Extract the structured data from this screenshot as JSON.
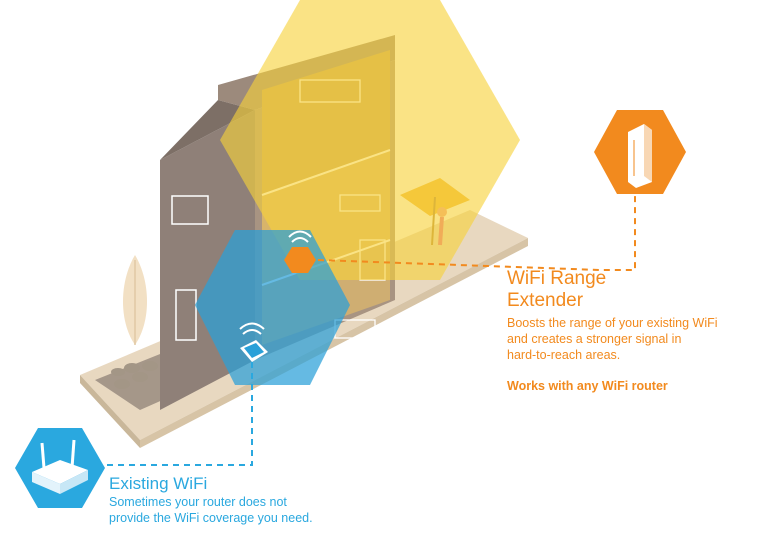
{
  "extender": {
    "title_line1": "WiFi Range",
    "title_line2": "Extender",
    "description_line1": "Boosts the range of your existing WiFi",
    "description_line2": "and creates a stronger signal in",
    "description_line3": "hard-to-reach areas.",
    "note": "Works with any WiFi router",
    "color": "#f28a1e"
  },
  "existing_wifi": {
    "title": "Existing WiFi",
    "description_line1": "Sometimes your router does not",
    "description_line2": "provide the WiFi coverage you need.",
    "color": "#2aa8df"
  },
  "colors": {
    "coverage_yellow": "#f7d23a",
    "coverage_blue": "#2aa0d8",
    "house_wall": "#8f8078",
    "ground": "#e8d8c0"
  },
  "icons": [
    "router-icon",
    "range-extender-icon",
    "wifi-signal-icon"
  ]
}
